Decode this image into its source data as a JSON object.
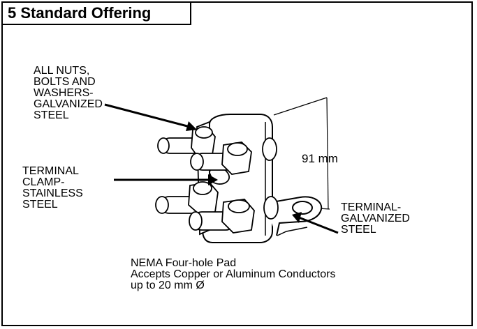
{
  "title": "5 Standard Offering",
  "labels": {
    "nuts": "ALL NUTS,\nBOLTS AND\nWASHERS-\nGALVANIZED\nSTEEL",
    "clamp": "TERMINAL\nCLAMP-\nSTAINLESS\nSTEEL",
    "terminal": "TERMINAL-\nGALVANIZED\nSTEEL",
    "dimension": "91 mm"
  },
  "caption": {
    "line1": "NEMA Four-hole Pad",
    "line2": "Accepts Copper or Aluminum Conductors",
    "line3": "up to 20 mm Ø"
  }
}
